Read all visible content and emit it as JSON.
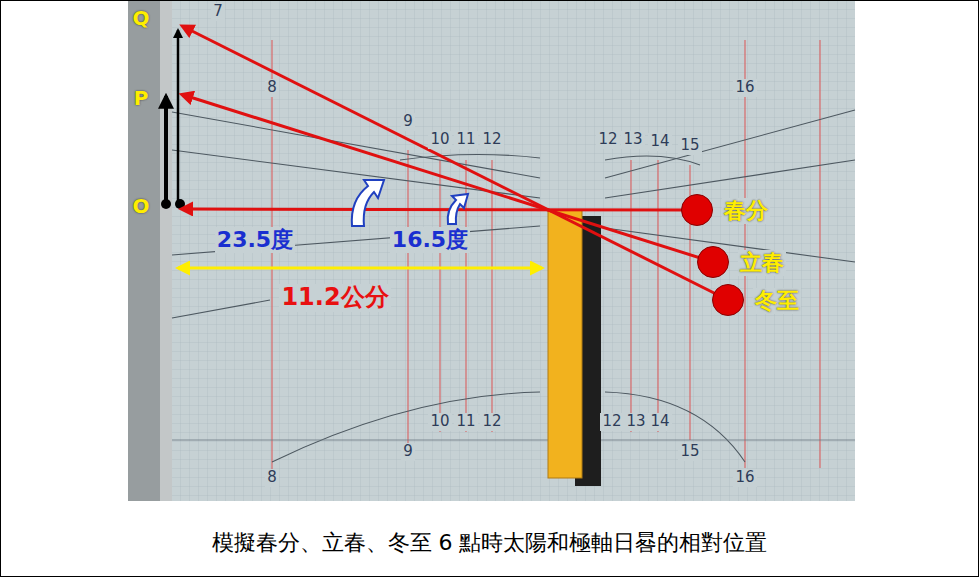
{
  "diagram": {
    "caption": "模擬春分、立春、冬至 6 點時太陽和極軸日晷的相對位置",
    "nodes": [
      {
        "text": [
          "春分"
        ]
      },
      {
        "text": [
          "立春"
        ]
      },
      {
        "text": [
          "冬至"
        ]
      }
    ],
    "labels": [
      "Q",
      "P",
      "O",
      "23.5度",
      "16.5度",
      "11.2公分",
      "7",
      "8",
      "9",
      "10",
      "11",
      "12",
      "12",
      "13",
      "14",
      "15",
      "16",
      "8",
      "9",
      "10",
      "11",
      "12",
      "12",
      "13",
      "14",
      "15",
      "16"
    ]
  }
}
